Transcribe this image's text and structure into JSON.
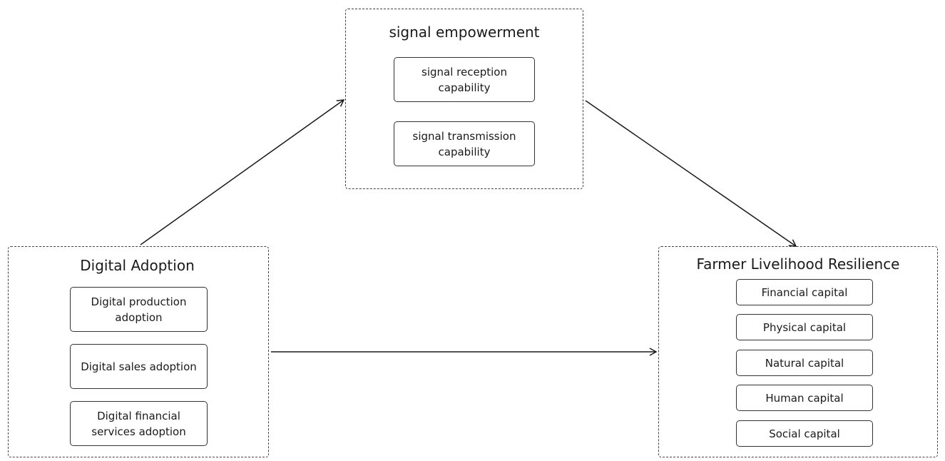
{
  "mediator": {
    "title": "signal empowerment",
    "items": [
      "signal reception capability",
      "signal transmission capability"
    ]
  },
  "independent": {
    "title": "Digital Adoption",
    "items": [
      "Digital production adoption",
      "Digital sales adoption",
      "Digital financial services adoption"
    ]
  },
  "dependent": {
    "title": "Farmer Livelihood Resilience",
    "items": [
      "Financial capital",
      "Physical capital",
      "Natural capital",
      "Human capital",
      "Social capital"
    ]
  },
  "colors": {
    "line": "#1a1a1a",
    "border": "#333333"
  }
}
